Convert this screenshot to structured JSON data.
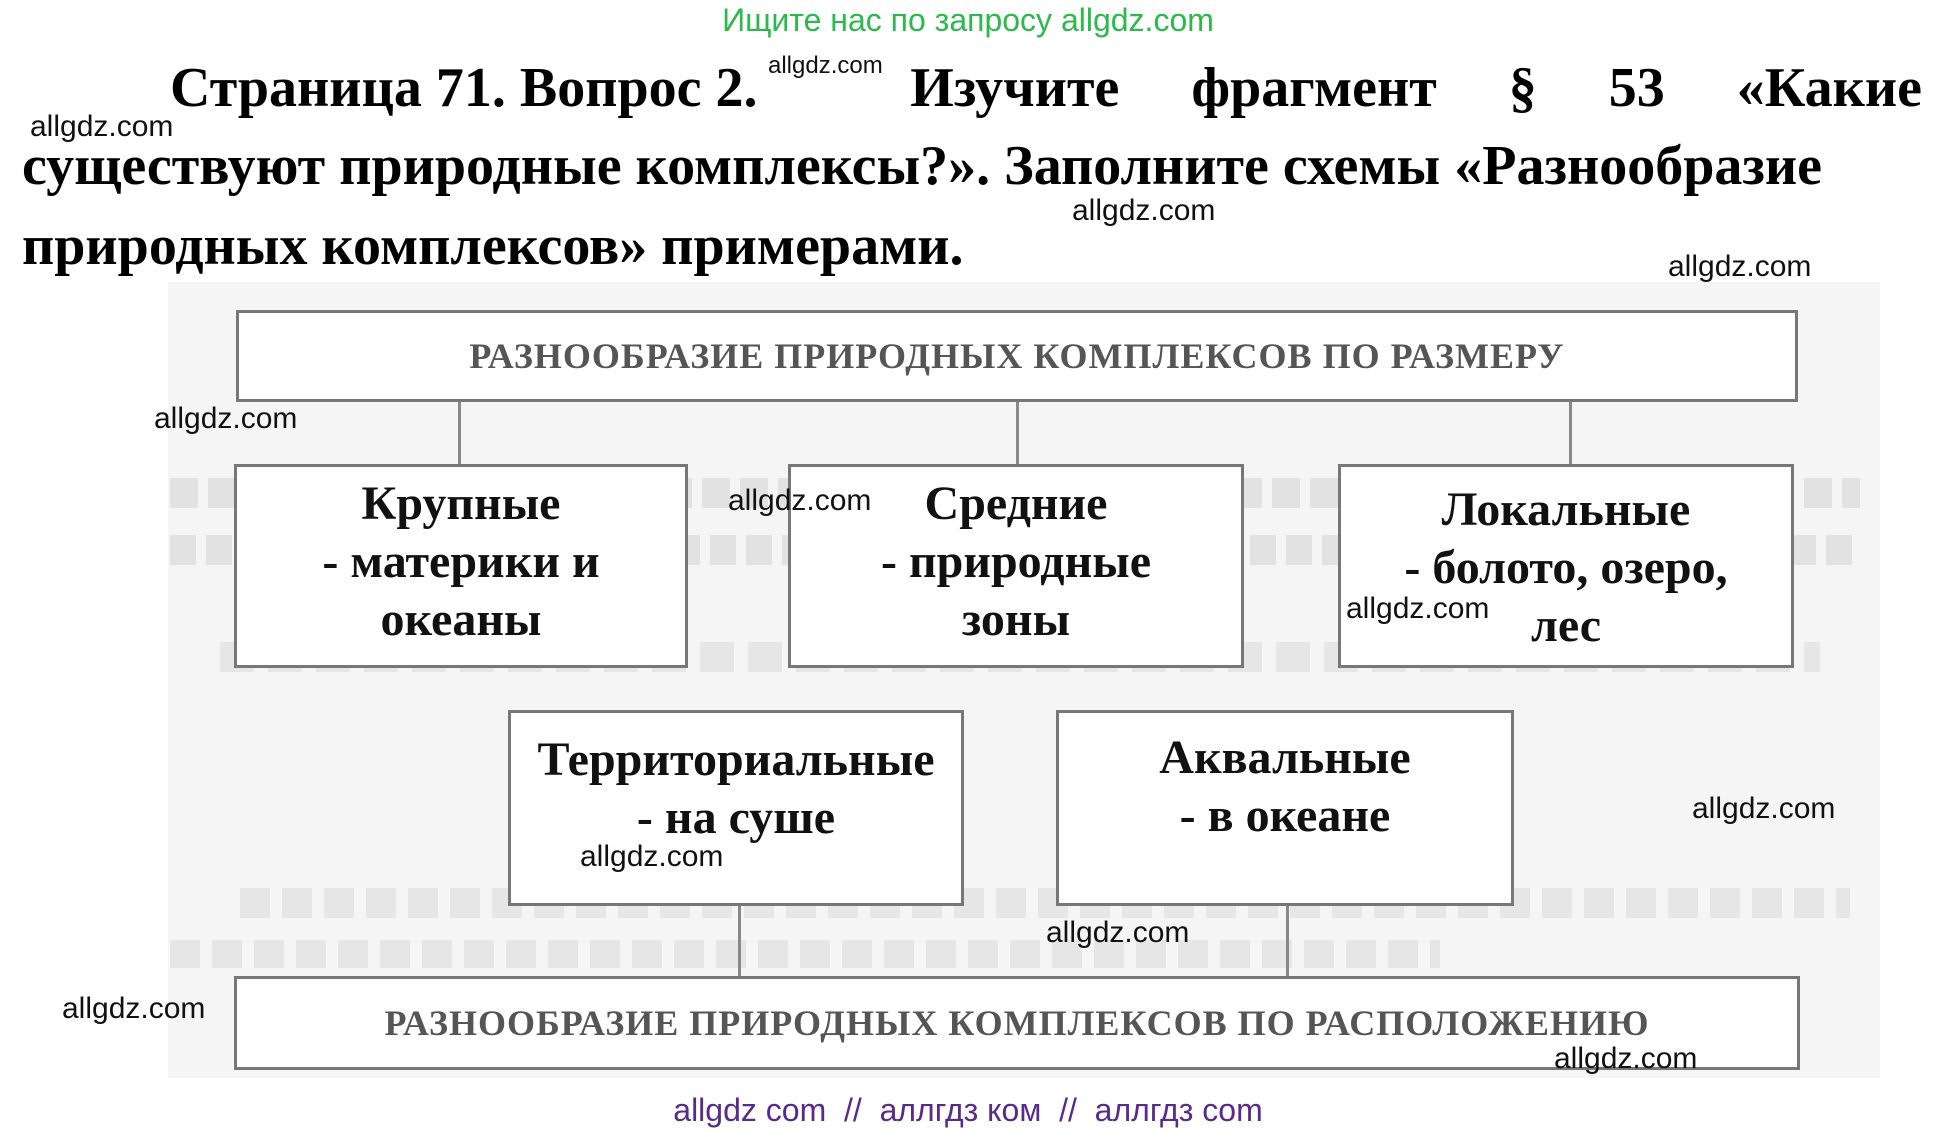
{
  "banner": "Ищите нас по запросу allgdz.com",
  "task": {
    "line1_title": "Страница 71. Вопрос 2.",
    "line1_rest": "Изучите фрагмент § 53 «Какие",
    "line2": "существуют природные комплексы?». Заполните схемы «Разнообразие",
    "line3": "природных комплексов» примерами."
  },
  "scheme": {
    "top_header": "РАЗНООБРАЗИЕ ПРИРОДНЫХ КОМПЛЕКСОВ ПО РАЗМЕРУ",
    "size_boxes": [
      {
        "title": "Крупные",
        "line2": "- материки и",
        "line3": "океаны"
      },
      {
        "title": "Средние",
        "line2": "- природные",
        "line3": "зоны"
      },
      {
        "title": "Локальные",
        "line2": "- болото, озеро,",
        "line3": "лес"
      }
    ],
    "location_boxes": [
      {
        "title": "Территориальные",
        "line2": "- на суше"
      },
      {
        "title": "Аквальные",
        "line2": "- в океане"
      }
    ],
    "bottom_header": "РАЗНООБРАЗИЕ ПРИРОДНЫХ КОМПЛЕКСОВ ПО РАСПОЛОЖЕНИЮ"
  },
  "watermark": "allgdz.com",
  "footer": "allgdz com  //  аллгдз ком  //  аллгдз com"
}
